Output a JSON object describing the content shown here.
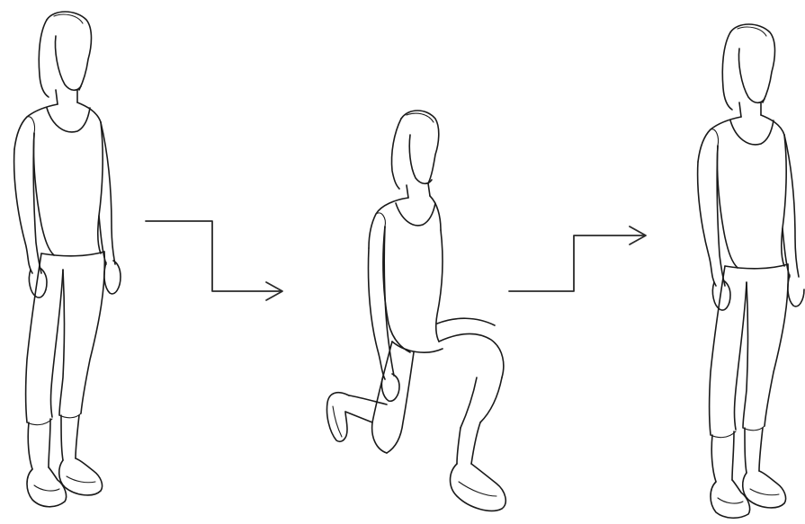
{
  "diagram": {
    "steps": [
      {
        "pose": "standing",
        "icon": "standing-woman-figure"
      },
      {
        "pose": "lunge",
        "icon": "lunging-woman-figure"
      },
      {
        "pose": "standing",
        "icon": "standing-woman-figure"
      }
    ],
    "transitions": [
      {
        "direction": "down-right",
        "icon": "step-down-arrow-icon"
      },
      {
        "direction": "up-right",
        "icon": "step-up-arrow-icon"
      }
    ],
    "colors": {
      "background": "#ffffff",
      "line": "#1a1a1a"
    }
  }
}
